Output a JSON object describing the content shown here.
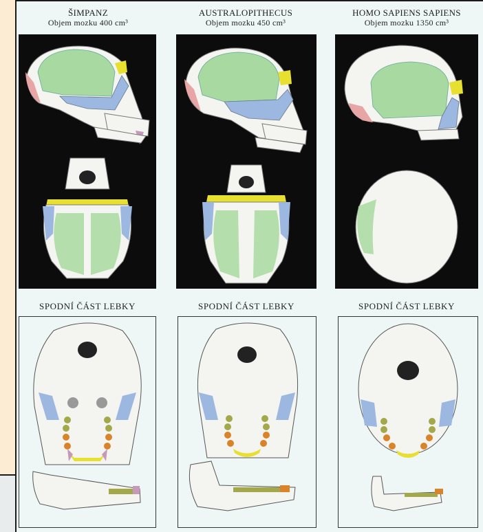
{
  "columns": [
    {
      "name": "ŠIMPANZ",
      "volume": "Objem mozku 400 cm³",
      "bottom_label": "SPODNÍ ČÁST LEBKY"
    },
    {
      "name": "AUSTRALOPITHECUS",
      "volume": "Objem mozku 450 cm³",
      "bottom_label": "SPODNÍ ČÁST LEBKY"
    },
    {
      "name": "HOMO SAPIENS SAPIENS",
      "volume": "Objem mozku 1350 cm³",
      "bottom_label": "SPODNÍ ČÁST LEBKY"
    }
  ],
  "colors": {
    "brain": "#a8d9a0",
    "brow": "#e8e030",
    "zygomatic": "#9cb8e0",
    "occipital": "#e8a5a5",
    "bone": "#f4f4f0",
    "panel": "#0c0c0c",
    "background": "#fdf3e3"
  }
}
